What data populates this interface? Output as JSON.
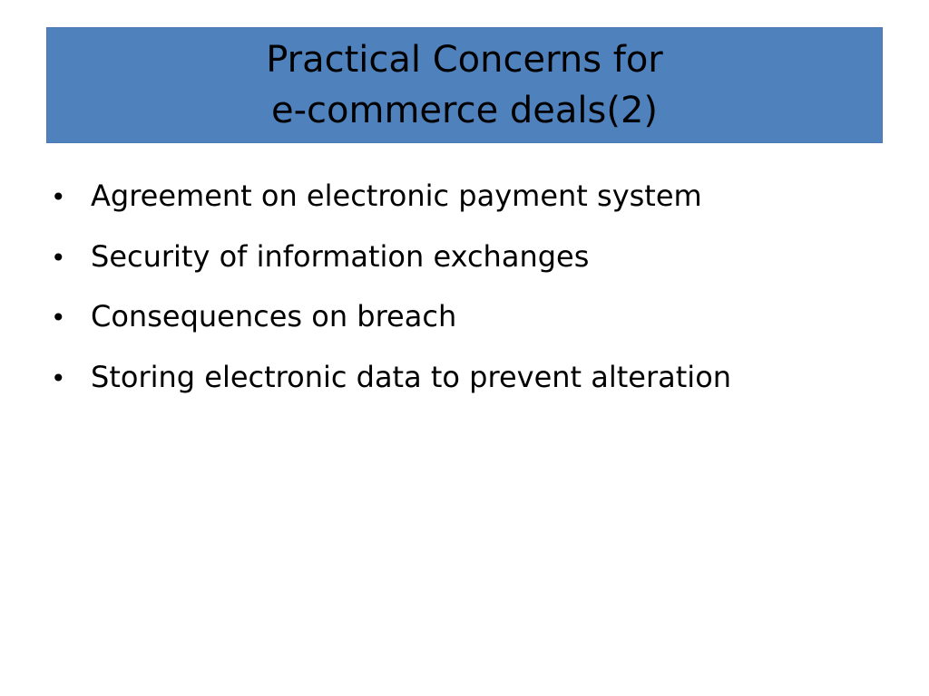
{
  "slide": {
    "title_lines": [
      "Practical Concerns for",
      "e-commerce deals(2)"
    ],
    "bullet_symbol": "•",
    "bullets": [
      "Agreement on electronic payment system",
      "Security of information exchanges",
      "Consequences on breach",
      "Storing electronic data to prevent alteration"
    ]
  },
  "colors": {
    "title_background": "#4f81bd",
    "text": "#000000",
    "slide_background": "#ffffff"
  }
}
